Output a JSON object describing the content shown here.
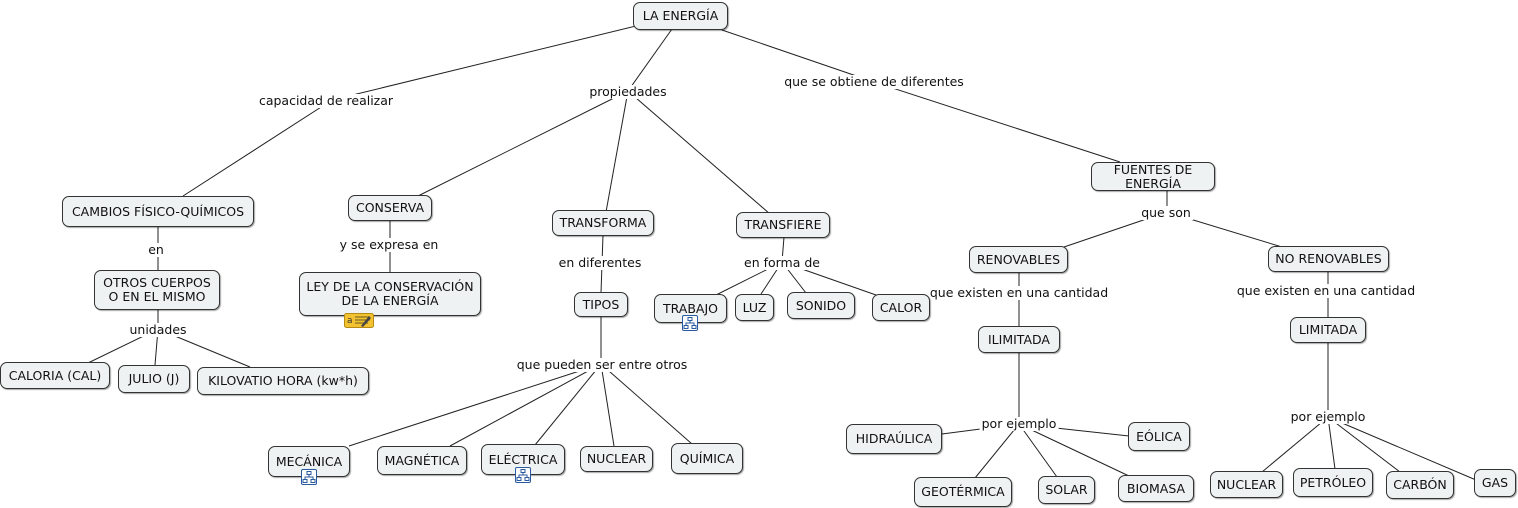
{
  "nodes": {
    "energia": "LA ENERGÍA",
    "cambios": "CAMBIOS FÍSICO-QUÍMICOS",
    "otros": "OTROS CUERPOS\nO EN EL MISMO",
    "caloria": "CALORIA (CAL)",
    "julio": "JULIO (J)",
    "kilovatio": "KILOVATIO HORA (kw*h)",
    "conserva": "CONSERVA",
    "ley": "LEY DE LA CONSERVACIÓN\nDE LA ENERGÍA",
    "transforma": "TRANSFORMA",
    "tipos": "TIPOS",
    "mecanica": "MECÁNICA",
    "magnetica": "MAGNÉTICA",
    "electrica": "ELÉCTRICA",
    "nuclear1": "NUCLEAR",
    "quimica": "QUÍMICA",
    "transfiere": "TRANSFIERE",
    "trabajo": "TRABAJO",
    "luz": "LUZ",
    "sonido": "SONIDO",
    "calor": "CALOR",
    "fuentes": "FUENTES DE ENERGÍA",
    "renovables": "RENOVABLES",
    "norenovables": "NO RENOVABLES",
    "ilimitada": "ILIMITADA",
    "limitada": "LIMITADA",
    "hidraulica": "HIDRAÚLICA",
    "eolica": "EÓLICA",
    "geotermica": "GEOTÉRMICA",
    "solar": "SOLAR",
    "biomasa": "BIOMASA",
    "nuclear2": "NUCLEAR",
    "petroleo": "PETRÓLEO",
    "carbon": "CARBÓN",
    "gas": "GAS"
  },
  "links": {
    "capacidad": "capacidad de realizar",
    "propiedades": "propiedades",
    "obtiene": "que se obtiene de  diferentes",
    "en": "en",
    "unidades": "unidades",
    "expresa": "y se expresa en",
    "diferentes": "en diferentes",
    "pueden": "que pueden ser entre otros",
    "forma": "en forma de",
    "queson": "que son",
    "existen1": "que existen en una cantidad",
    "existen2": "que existen en una cantidad",
    "ejemplo1": "por ejemplo",
    "ejemplo2": "por ejemplo"
  },
  "icons": {
    "map": "concept-map-icon",
    "note": "annotation-note-icon"
  },
  "colors": {
    "node_fill": "#eef2f3",
    "node_border": "#333333",
    "line": "#222222",
    "map_icon": "#2a5aa0",
    "note_icon": "#f2c230"
  }
}
